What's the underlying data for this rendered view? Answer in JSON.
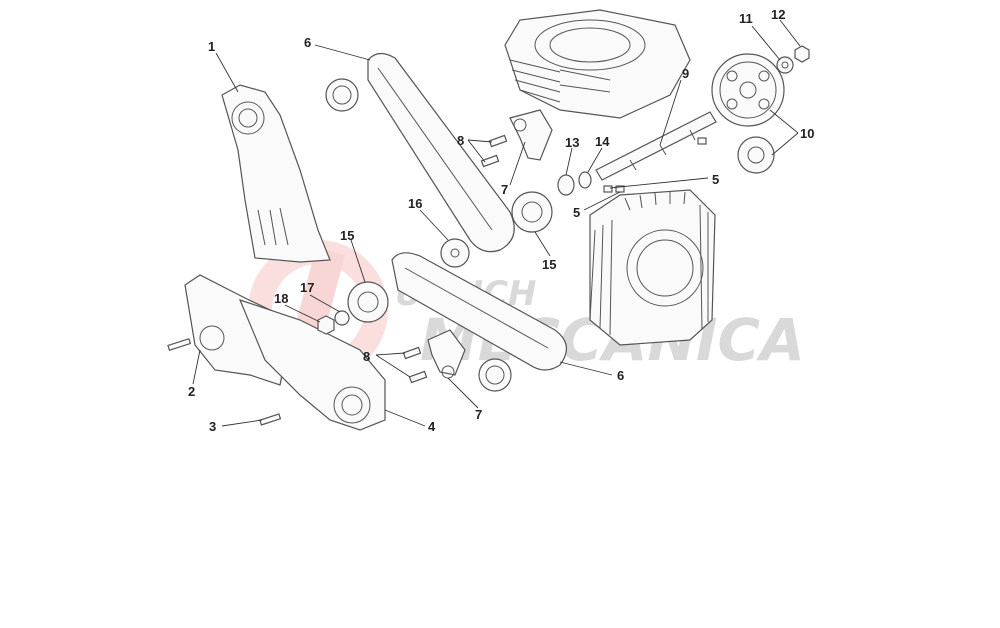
{
  "diagram": {
    "watermark": {
      "line1": "ULRICH",
      "line2": "MECCANICA"
    },
    "callouts": [
      {
        "id": "c1",
        "text": "1"
      },
      {
        "id": "c2",
        "text": "2"
      },
      {
        "id": "c3",
        "text": "3"
      },
      {
        "id": "c4",
        "text": "4"
      },
      {
        "id": "c5a",
        "text": "5"
      },
      {
        "id": "c5b",
        "text": "5"
      },
      {
        "id": "c6a",
        "text": "6"
      },
      {
        "id": "c6b",
        "text": "6"
      },
      {
        "id": "c7a",
        "text": "7"
      },
      {
        "id": "c7b",
        "text": "7"
      },
      {
        "id": "c8a",
        "text": "8"
      },
      {
        "id": "c8b",
        "text": "8"
      },
      {
        "id": "c9",
        "text": "9"
      },
      {
        "id": "c10",
        "text": "10"
      },
      {
        "id": "c11",
        "text": "11"
      },
      {
        "id": "c12",
        "text": "12"
      },
      {
        "id": "c13",
        "text": "13"
      },
      {
        "id": "c14",
        "text": "14"
      },
      {
        "id": "c15a",
        "text": "15"
      },
      {
        "id": "c15b",
        "text": "15"
      },
      {
        "id": "c16",
        "text": "16"
      },
      {
        "id": "c17",
        "text": "17"
      },
      {
        "id": "c18",
        "text": "18"
      }
    ]
  }
}
